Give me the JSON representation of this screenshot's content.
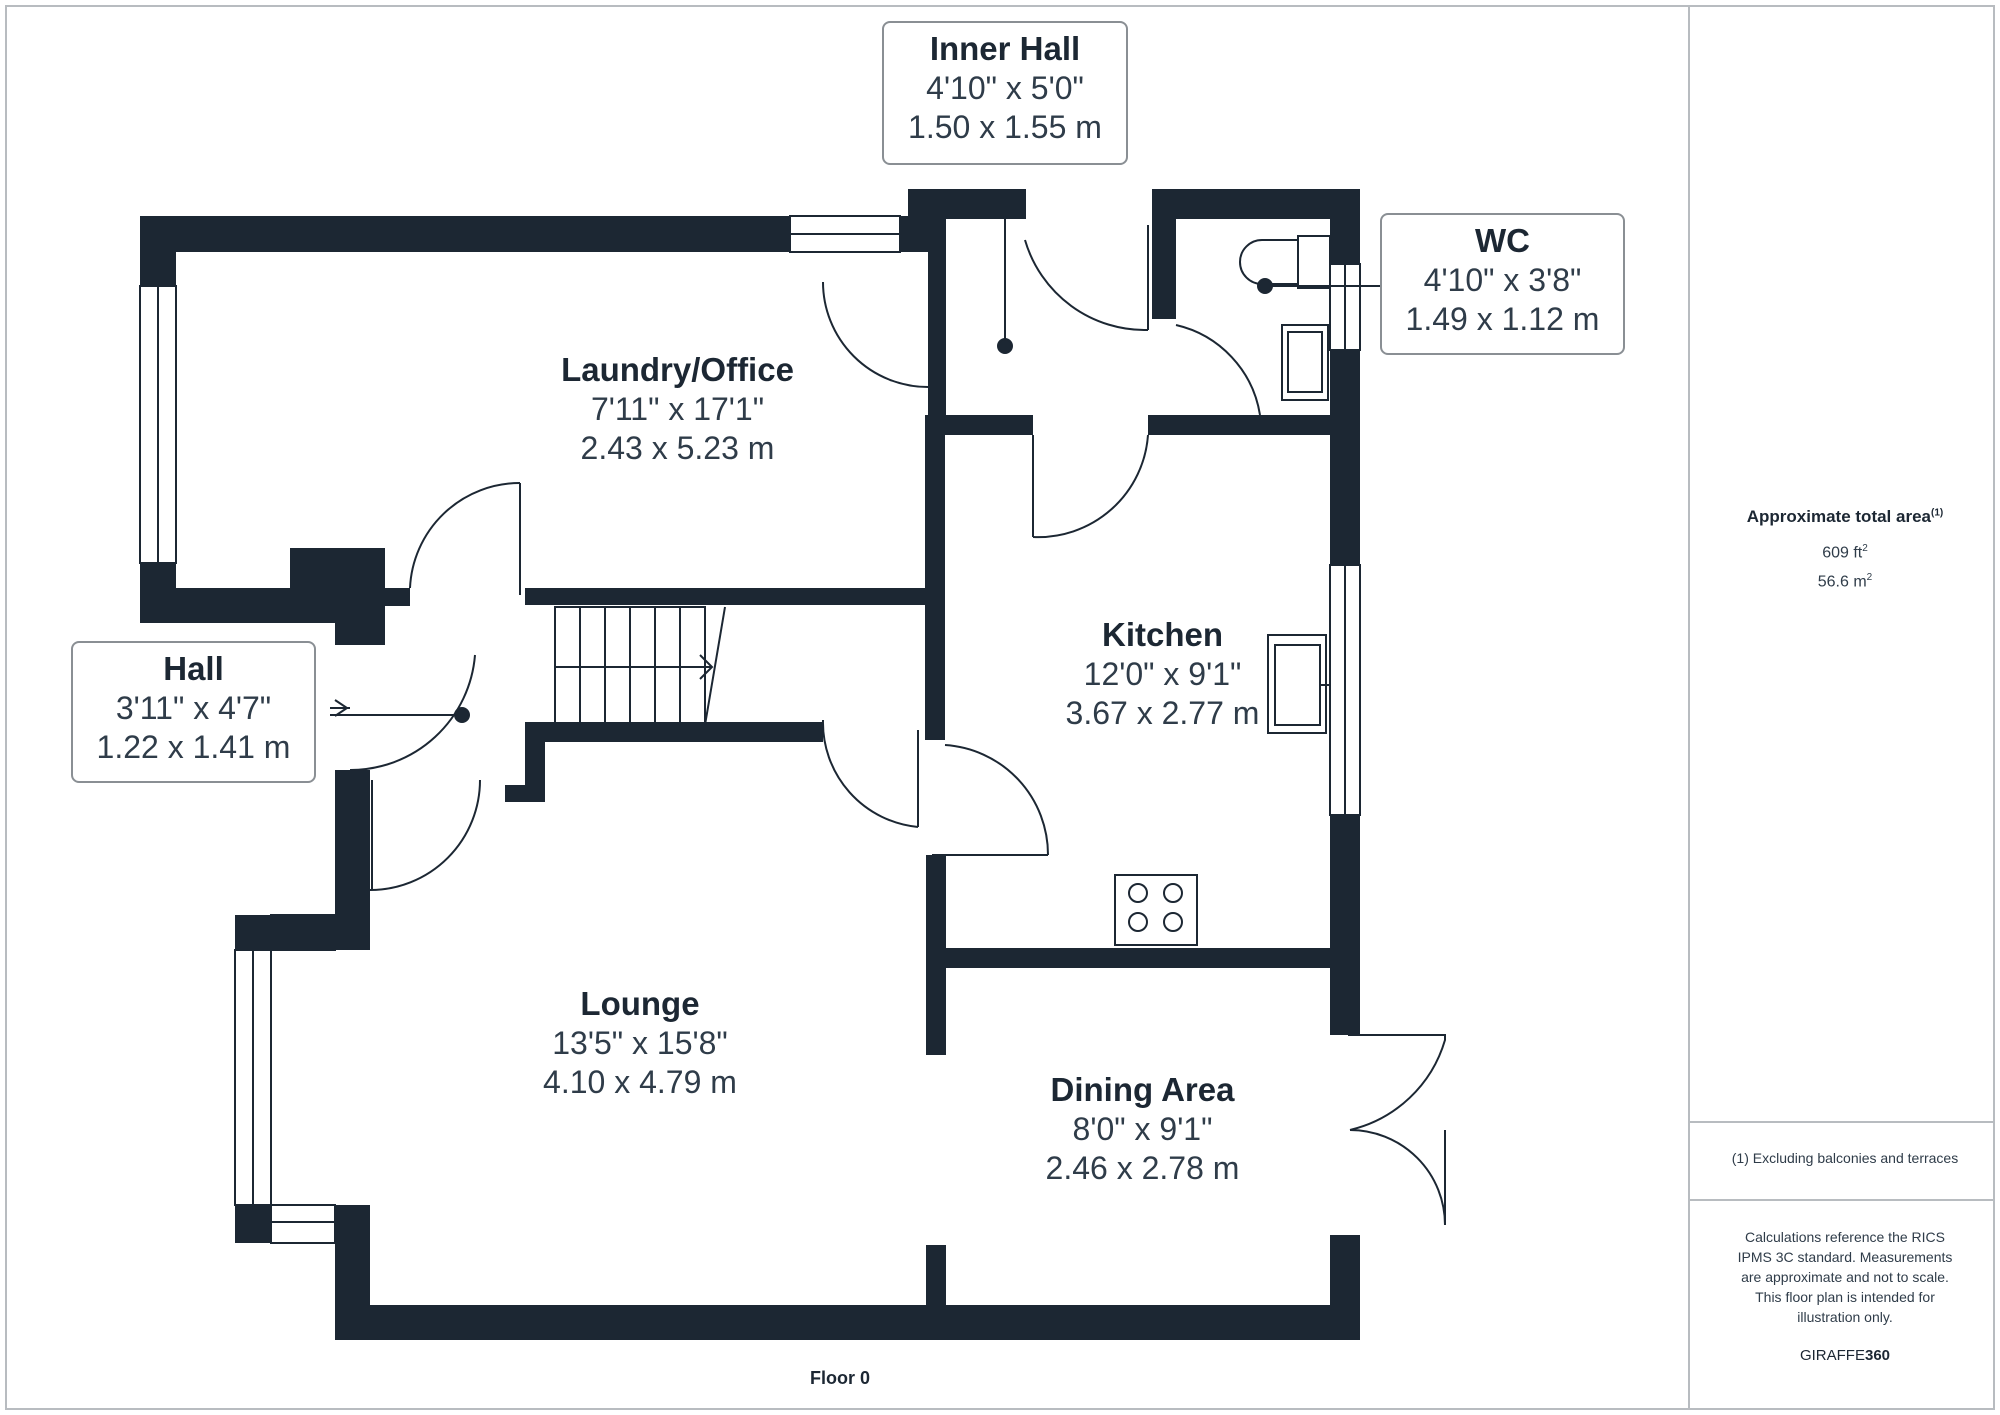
{
  "floor_label": "Floor 0",
  "rooms": {
    "inner_hall": {
      "name": "Inner Hall",
      "imperial": "4'10\" x 5'0\"",
      "metric": "1.50 x 1.55 m"
    },
    "wc": {
      "name": "WC",
      "imperial": "4'10\" x 3'8\"",
      "metric": "1.49 x 1.12 m"
    },
    "laundry": {
      "name": "Laundry/Office",
      "imperial": "7'11\" x 17'1\"",
      "metric": "2.43 x 5.23 m"
    },
    "hall": {
      "name": "Hall",
      "imperial": "3'11\" x 4'7\"",
      "metric": "1.22 x 1.41 m"
    },
    "kitchen": {
      "name": "Kitchen",
      "imperial": "12'0\" x 9'1\"",
      "metric": "3.67 x 2.77 m"
    },
    "lounge": {
      "name": "Lounge",
      "imperial": "13'5\" x 15'8\"",
      "metric": "4.10 x 4.79 m"
    },
    "dining": {
      "name": "Dining Area",
      "imperial": "8'0\" x 9'1\"",
      "metric": "2.46 x 2.78 m"
    }
  },
  "sidebar": {
    "area_title": "Approximate total area",
    "area_footnote_mark": "(1)",
    "area_ft": "609 ft",
    "area_m": "56.6 m",
    "area_unit_sup": "2",
    "footnote": "(1) Excluding balconies and terraces",
    "calc_note": "Calculations reference the RICS IPMS 3C standard. Measurements are approximate and not to scale. This floor plan is intended for illustration only.",
    "brand_left": "GIRAFFE",
    "brand_right": "360"
  },
  "colors": {
    "wall": "#1c2733",
    "line": "#1c2733",
    "frame": "#b8bcc0",
    "label_border": "#8a8f94"
  }
}
